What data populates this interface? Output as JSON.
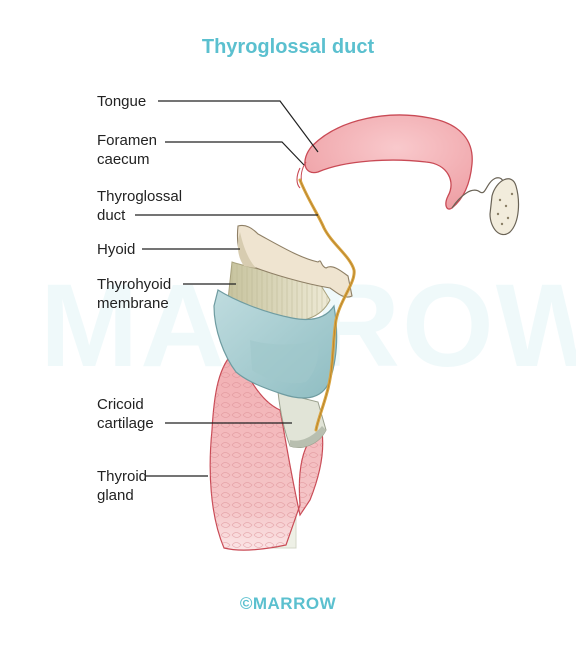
{
  "title": "Thyroglossal duct",
  "watermark": "MARROW",
  "copyright": "©MARROW",
  "labels": {
    "tongue": "Tongue",
    "foramen_caecum_1": "Foramen",
    "foramen_caecum_2": "caecum",
    "thyroglossal_duct_1": "Thyroglossal",
    "thyroglossal_duct_2": "duct",
    "hyoid": "Hyoid",
    "thyrohyoid_membrane_1": "Thyrohyoid",
    "thyrohyoid_membrane_2": "membrane",
    "cricoid_cartilage_1": "Cricoid",
    "cricoid_cartilage_2": "cartilage",
    "thyroid_gland_1": "Thyroid",
    "thyroid_gland_2": "gland"
  },
  "colors": {
    "title": "#5bc0cf",
    "tongue": "#f1a9ad",
    "duct": "#d9a441",
    "hyoid": "#efe3cf",
    "membrane": "#ddd7b8",
    "thyroid_cartilage": "#a9cdd1",
    "cricoid": "#dfe2d6",
    "thyroid_gland": "#eeb3b6"
  }
}
